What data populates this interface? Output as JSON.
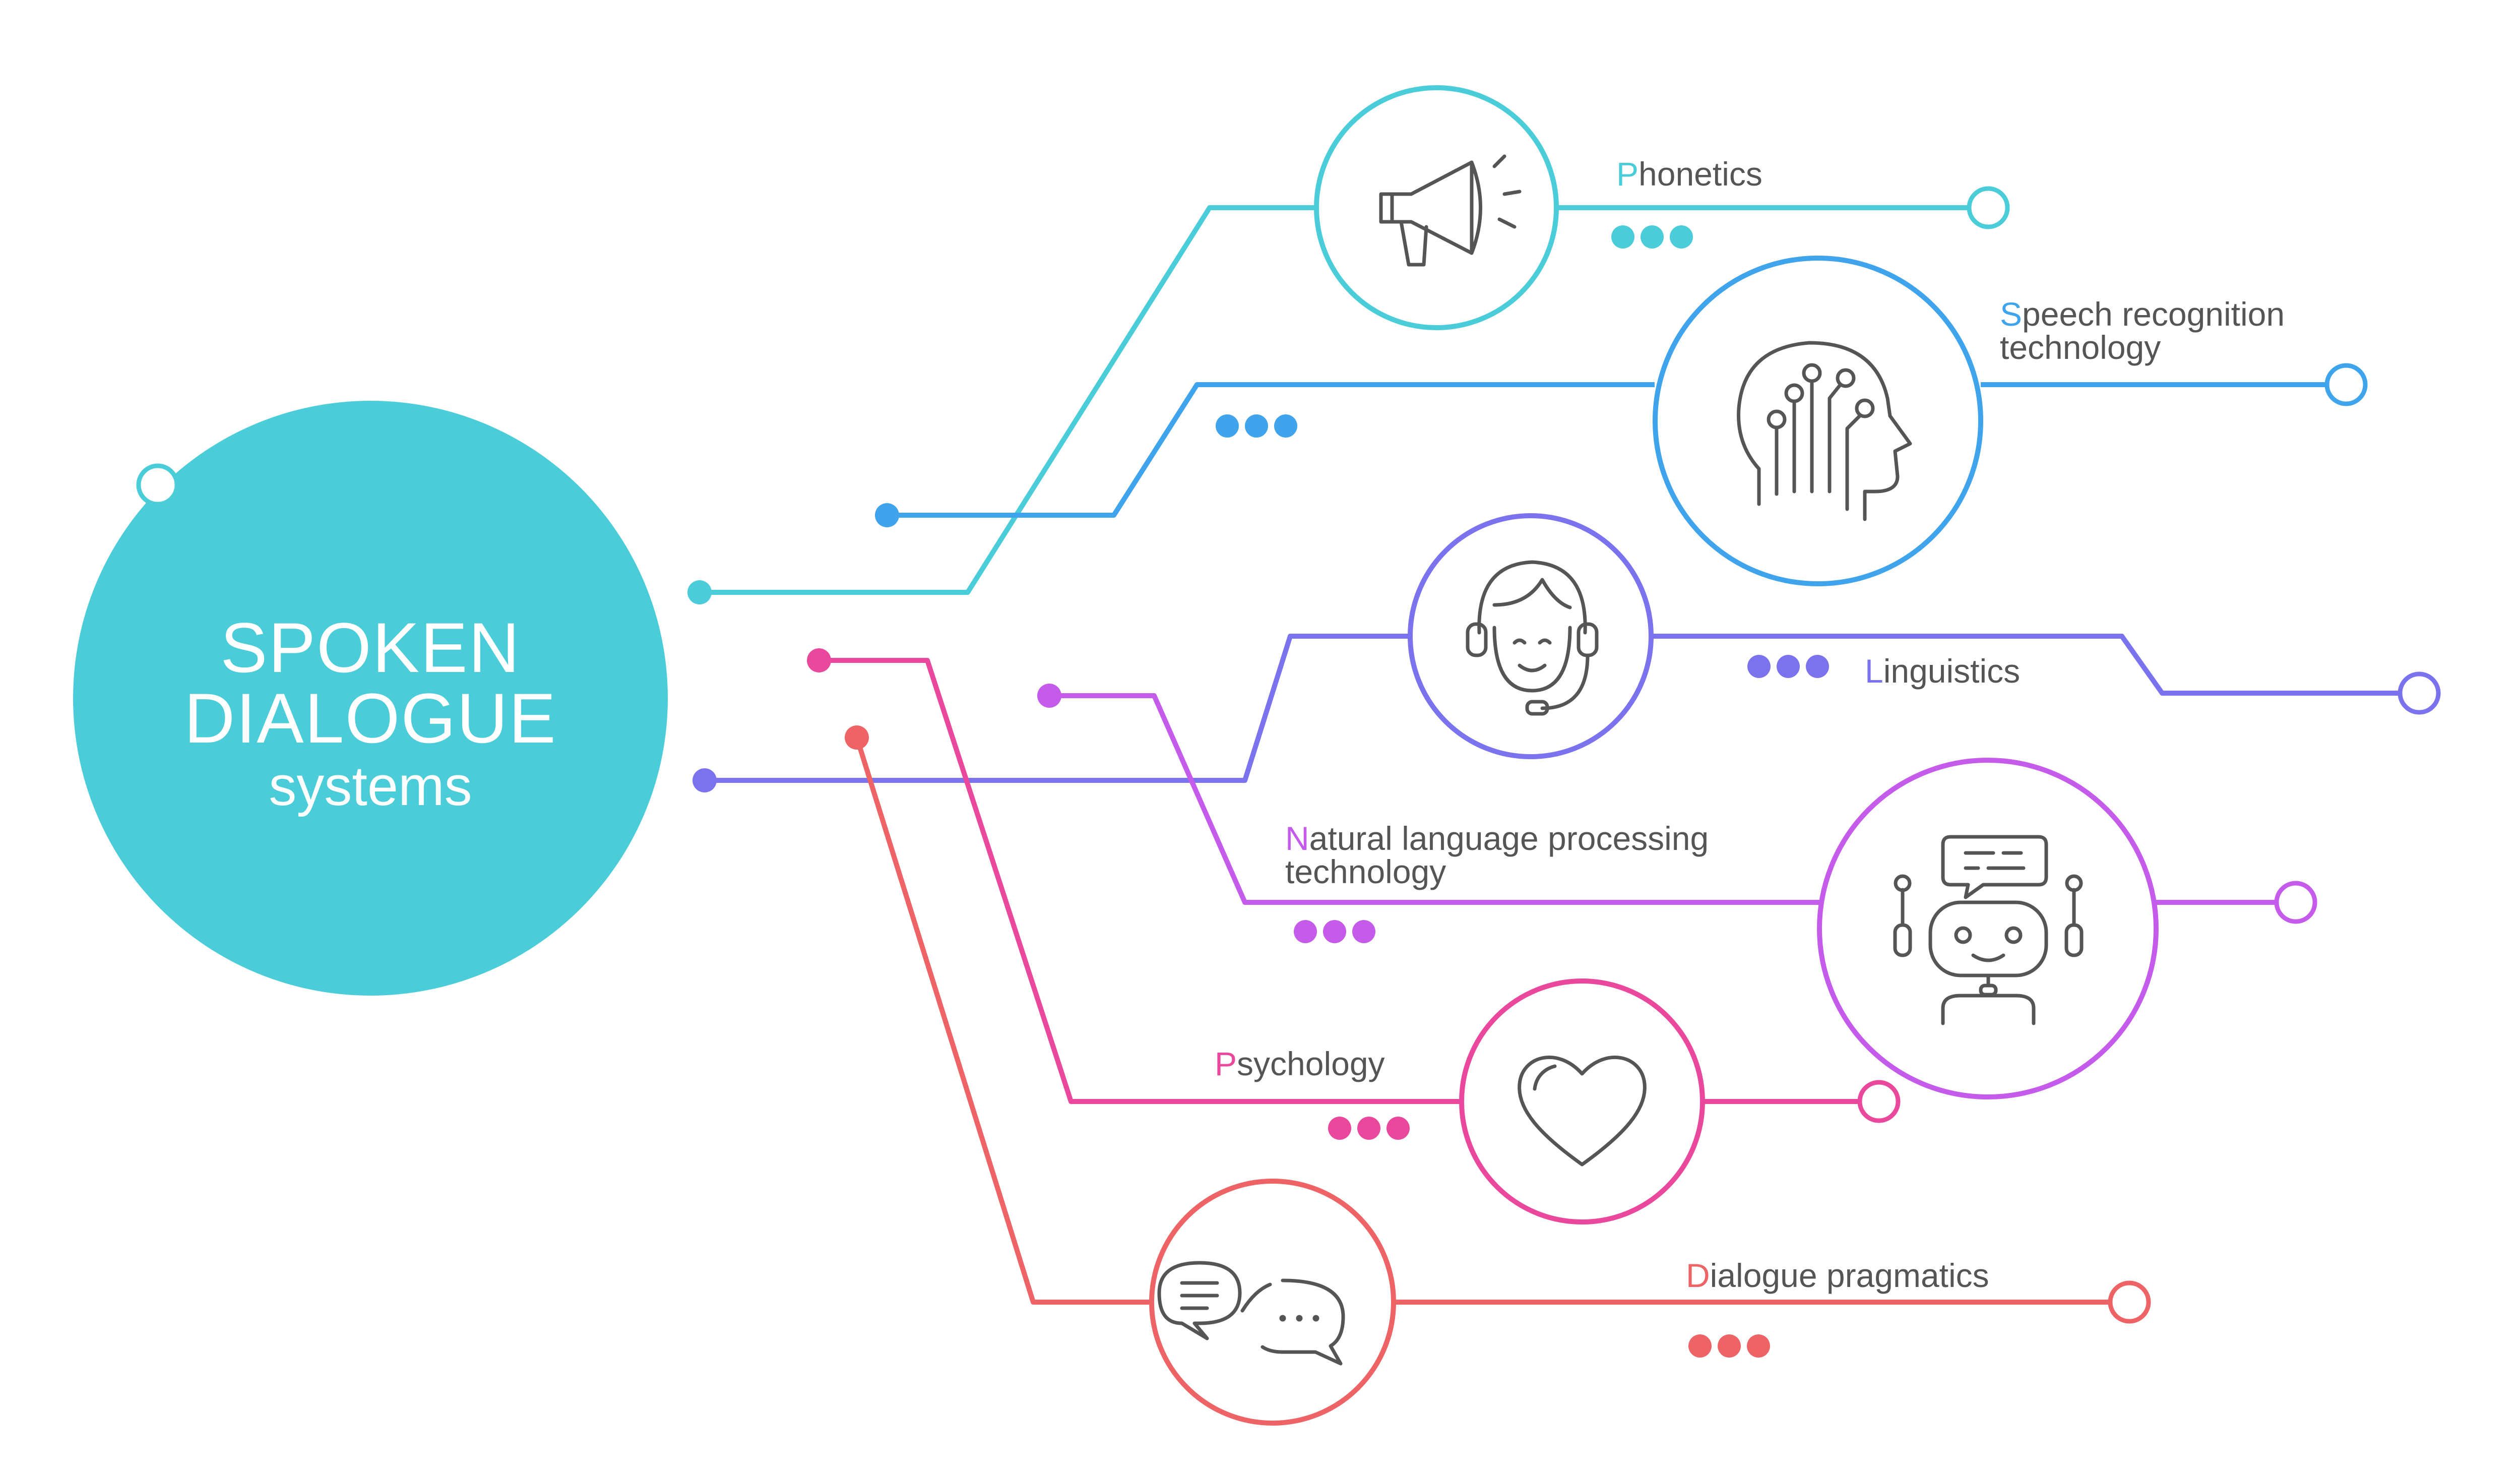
{
  "hub": {
    "line1": "SPOKEN",
    "line2": "DIALOGUE",
    "line3": "systems",
    "color": "#4ACDD9"
  },
  "branches": [
    {
      "id": "phonetics",
      "first": "P",
      "rest": "honetics",
      "second_line": "",
      "color": "#4ACDD9",
      "icon": "megaphone-icon"
    },
    {
      "id": "speech",
      "first": "S",
      "rest": "peech recognition",
      "second_line": "technology",
      "color": "#3FA4EC",
      "icon": "ai-head-icon"
    },
    {
      "id": "linguistics",
      "first": "L",
      "rest": "inguistics",
      "second_line": "",
      "color": "#7B73EE",
      "icon": "headset-operator-icon"
    },
    {
      "id": "nlp",
      "first": "N",
      "rest": "atural language processing",
      "second_line": "technology",
      "color": "#C45BEA",
      "icon": "chatbot-icon"
    },
    {
      "id": "psychology",
      "first": "P",
      "rest": "sychology",
      "second_line": "",
      "color": "#E9489C",
      "icon": "heart-icon"
    },
    {
      "id": "pragmatics",
      "first": "D",
      "rest": "ialogue pragmatics",
      "second_line": "",
      "color": "#EE6365",
      "icon": "chat-bubbles-icon"
    }
  ],
  "colors": {
    "text": "#555555",
    "icon_stroke": "#555555",
    "background": "#FFFFFF"
  }
}
